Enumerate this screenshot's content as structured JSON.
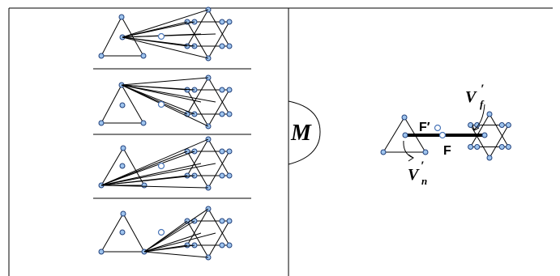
{
  "operator_label": "M",
  "right_panel": {
    "label_F_prime": "F′",
    "label_F": "F",
    "label_V_f": "V",
    "label_V_f_super": "′",
    "label_V_f_sub": "f",
    "label_V_n": "V",
    "label_V_n_super": "′",
    "label_V_n_sub": "n"
  },
  "colors": {
    "node_fill": "#9ec4ee",
    "node_stroke": "#1f3f7a",
    "hollow_stroke": "#4a76b8",
    "line": "#000000"
  }
}
